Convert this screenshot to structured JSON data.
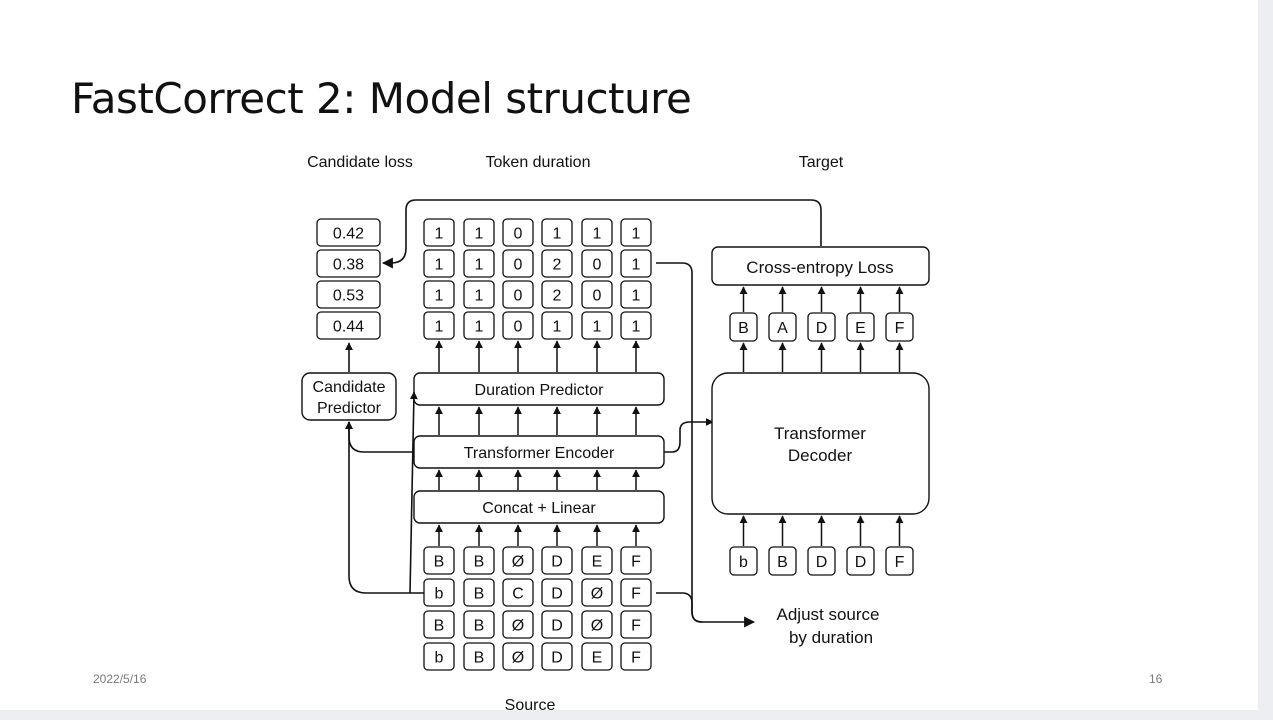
{
  "slide": {
    "title": "FastCorrect 2: Model structure",
    "date": "2022/5/16",
    "page_number": "16"
  },
  "diagram": {
    "labels": {
      "candidate_loss": "Candidate loss",
      "token_duration": "Token duration",
      "target": "Target",
      "source": "Source",
      "adjust_line1": "Adjust source",
      "adjust_line2": "by duration"
    },
    "candidate_losses": [
      "0.42",
      "0.38",
      "0.53",
      "0.44"
    ],
    "token_durations": [
      [
        "1",
        "1",
        "0",
        "1",
        "1",
        "1"
      ],
      [
        "1",
        "1",
        "0",
        "2",
        "0",
        "1"
      ],
      [
        "1",
        "1",
        "0",
        "2",
        "0",
        "1"
      ],
      [
        "1",
        "1",
        "0",
        "1",
        "1",
        "1"
      ]
    ],
    "source_tokens": [
      [
        "B",
        "B",
        "Ø",
        "D",
        "E",
        "F"
      ],
      [
        "b",
        "B",
        "C",
        "D",
        "Ø",
        "F"
      ],
      [
        "B",
        "B",
        "Ø",
        "D",
        "Ø",
        "F"
      ],
      [
        "b",
        "B",
        "Ø",
        "D",
        "E",
        "F"
      ]
    ],
    "target_tokens": [
      "B",
      "A",
      "D",
      "E",
      "F"
    ],
    "decoder_inputs": [
      "b",
      "B",
      "D",
      "D",
      "F"
    ],
    "modules": {
      "cross_entropy": "Cross-entropy Loss",
      "duration_predictor": "Duration Predictor",
      "transformer_encoder": "Transformer Encoder",
      "concat_linear": "Concat + Linear",
      "candidate_predictor_line1": "Candidate",
      "candidate_predictor_line2": "Predictor",
      "transformer_decoder_line1": "Transformer",
      "transformer_decoder_line2": "Decoder"
    }
  }
}
